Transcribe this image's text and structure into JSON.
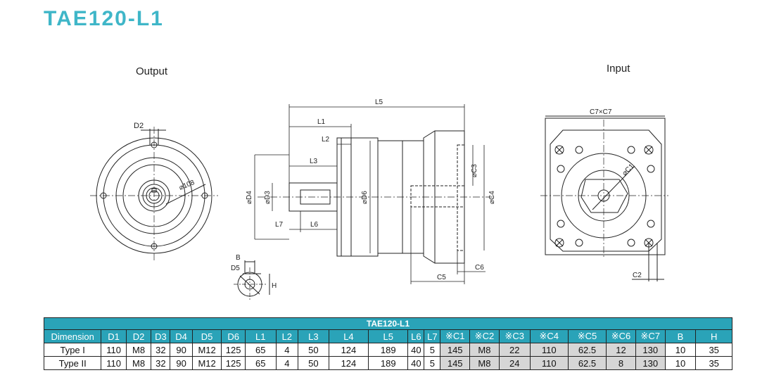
{
  "title": "TAE120-L1",
  "views": {
    "output": "Output",
    "input": "Input"
  },
  "drawing_labels": {
    "d2": "D2",
    "d108": "⌀108",
    "l5": "L5",
    "l1": "L1",
    "l2": "L2",
    "l3": "L3",
    "d4": "⌀D4",
    "d3": "⌀D3",
    "d6": "⌀D6",
    "l7": "L7",
    "l6": "L6",
    "c3": "⌀C3",
    "c4": "⌀C4",
    "c5": "C5",
    "c6": "C6",
    "b": "B",
    "d5": "D5",
    "h": "H",
    "c7c7": "C7×C7",
    "c1": "⌀C1",
    "c2": "C2"
  },
  "table": {
    "caption": "TAE120-L1",
    "headers": [
      "Dimension",
      "D1",
      "D2",
      "D3",
      "D4",
      "D5",
      "D6",
      "L1",
      "L2",
      "L3",
      "L4",
      "L5",
      "L6",
      "L7",
      "※C1",
      "※C2",
      "※C3",
      "※C4",
      "※C5",
      "※C6",
      "※C7",
      "B",
      "H"
    ],
    "rows": [
      [
        "Type I",
        "110",
        "M8",
        "32",
        "90",
        "M12",
        "125",
        "65",
        "4",
        "50",
        "124",
        "189",
        "40",
        "5",
        "145",
        "M8",
        "22",
        "110",
        "62.5",
        "12",
        "130",
        "10",
        "35"
      ],
      [
        "Type II",
        "110",
        "M8",
        "32",
        "90",
        "M12",
        "125",
        "65",
        "4",
        "50",
        "124",
        "189",
        "40",
        "5",
        "145",
        "M8",
        "24",
        "110",
        "62.5",
        "8",
        "130",
        "10",
        "35"
      ]
    ]
  }
}
